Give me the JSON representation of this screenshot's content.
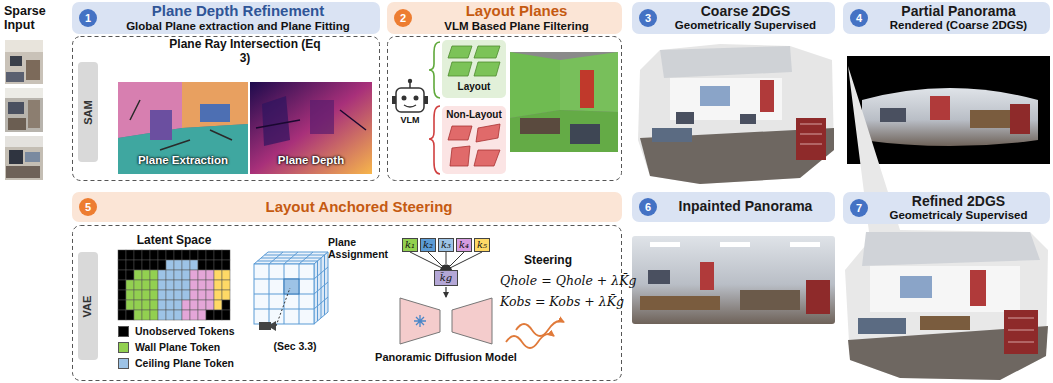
{
  "diagram": {
    "nodes": [
      {
        "text": [
          "Plane Depth Refinement",
          "Global Plane extraction and Plane Fitting"
        ]
      },
      {
        "text": [
          "1"
        ],
        "in": 0
      },
      {
        "text": [
          "SAM"
        ]
      },
      {
        "text": [
          "Layout Planes",
          "VLM Based Plane Filtering"
        ]
      },
      {
        "text": [
          "2"
        ],
        "in": 3
      },
      {
        "text": [
          "Coarse 2DGS",
          "Geometrically Supervised"
        ]
      },
      {
        "text": [
          "3"
        ],
        "in": 5
      },
      {
        "text": [
          "Partial Panorama",
          "Rendered (Coarse 2DGS)"
        ]
      },
      {
        "text": [
          "4"
        ],
        "in": 7
      },
      {
        "text": [
          "Layout Anchored Steering"
        ]
      },
      {
        "text": [
          "5"
        ],
        "in": 9
      },
      {
        "text": [
          "VAE"
        ]
      },
      {
        "text": [
          "k₁"
        ]
      },
      {
        "text": [
          "k₂"
        ]
      },
      {
        "text": [
          "k₃"
        ]
      },
      {
        "text": [
          "k₄"
        ]
      },
      {
        "text": [
          "k₅"
        ]
      },
      {
        "text": [
          "k̄g"
        ]
      },
      {
        "text": [
          "Inpainted Panorama"
        ]
      },
      {
        "text": [
          "6"
        ],
        "in": 18
      },
      {
        "text": [
          "Refined 2DGS",
          "Geometricaly Supervised"
        ]
      },
      {
        "text": [
          "7"
        ],
        "in": 20
      }
    ],
    "edges": [
      {
        "from": 12,
        "to": 17,
        "arrow": "to"
      },
      {
        "from": 13,
        "to": 17,
        "arrow": "to"
      },
      {
        "from": 14,
        "to": 17,
        "arrow": "to"
      },
      {
        "from": 15,
        "to": 17,
        "arrow": "to"
      },
      {
        "from": 16,
        "to": 17,
        "arrow": "to"
      }
    ],
    "labels": [
      "Sparse Input",
      "Plane Ray Intersection (Eq 3)",
      "Plane Extraction",
      "Plane Depth",
      "VLM",
      "Layout",
      "Non-Layout",
      "Latent Space",
      "Plane Assignment",
      "(Sec 3.3)",
      "Panoramic Diffusion Model",
      "Steering",
      "Qhole = Qhole + λK̄g",
      "Kobs = Kobs + λK̄g"
    ],
    "legend": [
      {
        "text": "Unobserved Tokens",
        "color": "#000000"
      },
      {
        "text": "Wall Plane Token",
        "color": "#92d050"
      },
      {
        "text": "Ceiling Plane Token",
        "color": "#9dc3e6"
      }
    ]
  }
}
